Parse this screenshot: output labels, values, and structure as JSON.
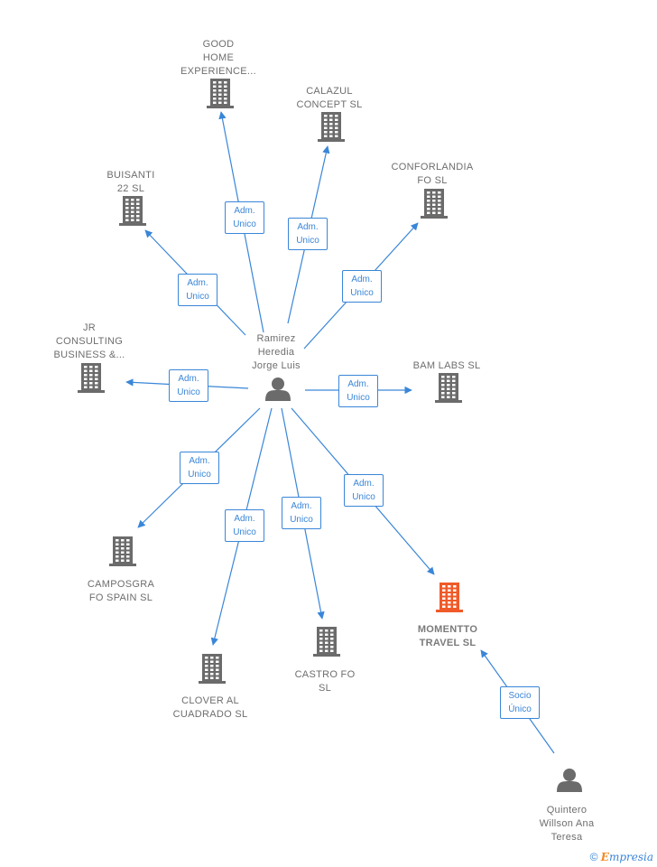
{
  "nodes": [
    {
      "id": "good-home",
      "label": "GOOD\nHOME\nEXPERIENCE...",
      "kind": "company"
    },
    {
      "id": "calazul",
      "label": "CALAZUL\nCONCEPT  SL",
      "kind": "company"
    },
    {
      "id": "buisanti",
      "label": "BUISANTI\n22  SL",
      "kind": "company"
    },
    {
      "id": "conforlandia",
      "label": "CONFORLANDIA\nFO  SL",
      "kind": "company"
    },
    {
      "id": "jr-consulting",
      "label": "JR\nCONSULTING\nBUSINESS &...",
      "kind": "company"
    },
    {
      "id": "bam-labs",
      "label": "BAM LABS  SL",
      "kind": "company"
    },
    {
      "id": "camposgrafo",
      "label": "CAMPOSGRA\nFO SPAIN  SL",
      "kind": "company"
    },
    {
      "id": "clover",
      "label": "CLOVER AL\nCUADRADO  SL",
      "kind": "company"
    },
    {
      "id": "castro-fo",
      "label": "CASTRO FO\nSL",
      "kind": "company"
    },
    {
      "id": "momentto",
      "label": "MOMENTTO\nTRAVEL  SL",
      "kind": "company-main"
    },
    {
      "id": "ramirez",
      "label": "Ramirez\nHeredia\nJorge Luis",
      "kind": "person"
    },
    {
      "id": "quintero",
      "label": "Quintero\nWillson Ana\nTeresa",
      "kind": "person"
    }
  ],
  "edges": [
    {
      "from": "ramirez",
      "to": "good-home",
      "label": "Adm.\nUnico"
    },
    {
      "from": "ramirez",
      "to": "calazul",
      "label": "Adm.\nUnico"
    },
    {
      "from": "ramirez",
      "to": "buisanti",
      "label": "Adm.\nUnico"
    },
    {
      "from": "ramirez",
      "to": "conforlandia",
      "label": "Adm.\nUnico"
    },
    {
      "from": "ramirez",
      "to": "jr-consulting",
      "label": "Adm.\nUnico"
    },
    {
      "from": "ramirez",
      "to": "bam-labs",
      "label": "Adm.\nUnico"
    },
    {
      "from": "ramirez",
      "to": "camposgrafo",
      "label": "Adm.\nUnico"
    },
    {
      "from": "ramirez",
      "to": "clover",
      "label": "Adm.\nUnico"
    },
    {
      "from": "ramirez",
      "to": "castro-fo",
      "label": "Adm.\nUnico"
    },
    {
      "from": "ramirez",
      "to": "momentto",
      "label": "Adm.\nUnico"
    },
    {
      "from": "quintero",
      "to": "momentto",
      "label": "Socio\nÚnico"
    }
  ],
  "colors": {
    "edge": "#3a86d8",
    "company": "#6b6b6b",
    "main_company": "#f05a28",
    "person": "#6b6b6b"
  },
  "footer": {
    "copyright": "©",
    "brand_first": "E",
    "brand_rest": "mpresia"
  }
}
